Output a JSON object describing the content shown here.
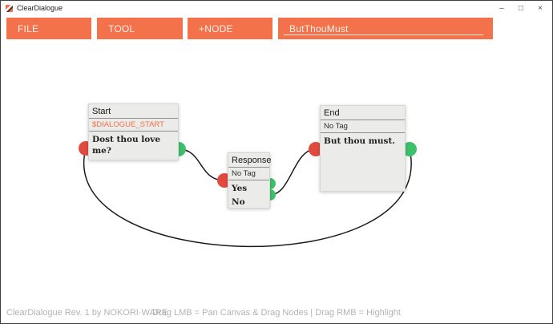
{
  "window": {
    "title": "ClearDialogue",
    "minimize_glyph": "–",
    "maximize_glyph": "□",
    "close_glyph": "×"
  },
  "toolbar": {
    "file_label": "FILE",
    "tool_label": "TOOL",
    "add_node_label": "+NODE",
    "project_name_value": "ButThouMust"
  },
  "graph": {
    "nodes": [
      {
        "title": "Start",
        "tag": "$DIALOGUE_START",
        "lines": [
          "Dost thou love me?"
        ]
      },
      {
        "title": "Response",
        "tag": "No Tag",
        "lines": [
          "Yes",
          "No"
        ]
      },
      {
        "title": "End",
        "tag": "No Tag",
        "lines": [
          "But thou must."
        ]
      }
    ],
    "connections": [
      {
        "from": "Start",
        "to": "Response"
      },
      {
        "from": "Response (No)",
        "to": "End"
      },
      {
        "from": "End",
        "to": "Start"
      }
    ]
  },
  "status_bar": {
    "left": "ClearDialogue Rev. 1 by NOKORI·WARE",
    "center": "Drag LMB = Pan Canvas & Drag Nodes | Drag RMB = Highlight"
  },
  "colors": {
    "accent_orange": "#F3724C",
    "port_in_red": "#E14B3F",
    "port_out_green": "#3EC06B",
    "node_fill": "#EBEBE9",
    "status_text": "#B3B3B3"
  }
}
